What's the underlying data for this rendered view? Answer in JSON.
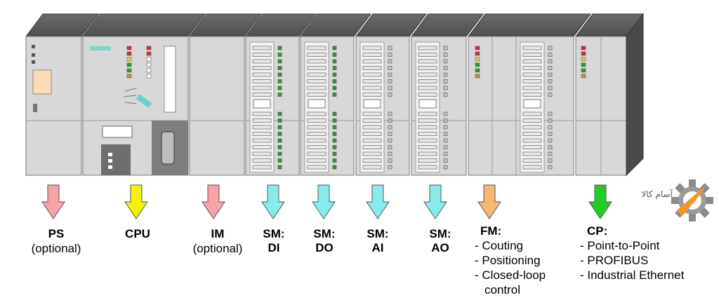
{
  "colors": {
    "pink_arrow": "#f7a3a8",
    "yellow_arrow": "#f5f207",
    "cyan_arrow": "#88ecec",
    "orange_arrow": "#f4b870",
    "green_arrow": "#22cc22",
    "module_face": "#d8d8d8",
    "module_top": "#5e5e5e",
    "module_side": "#4a4a4a"
  },
  "modules": [
    {
      "key": "ps",
      "title": "PS",
      "sub": [
        "(optional)"
      ],
      "arrow_color": "pink_arrow"
    },
    {
      "key": "cpu",
      "title": "CPU",
      "sub": [],
      "arrow_color": "yellow_arrow"
    },
    {
      "key": "im",
      "title": "IM",
      "sub": [
        "(optional)"
      ],
      "arrow_color": "pink_arrow"
    },
    {
      "key": "di",
      "title": "SM:",
      "sub": [
        "DI"
      ],
      "arrow_color": "cyan_arrow"
    },
    {
      "key": "do",
      "title": "SM:",
      "sub": [
        "DO"
      ],
      "arrow_color": "cyan_arrow"
    },
    {
      "key": "ai",
      "title": "SM:",
      "sub": [
        "AI"
      ],
      "arrow_color": "cyan_arrow"
    },
    {
      "key": "ao",
      "title": "SM:",
      "sub": [
        "AO"
      ],
      "arrow_color": "cyan_arrow"
    },
    {
      "key": "fm",
      "title": "FM:",
      "sub": [
        "- Couting",
        "- Positioning",
        "- Closed-loop",
        "control"
      ],
      "arrow_color": "orange_arrow"
    },
    {
      "key": "cp",
      "title": "CP:",
      "sub": [
        "- Point-to-Point",
        "- PROFIBUS",
        "- Industrial Ethernet"
      ],
      "arrow_color": "green_arrow"
    }
  ],
  "logo": {
    "text": "آسام کالا",
    "icon": "gear-icon"
  }
}
